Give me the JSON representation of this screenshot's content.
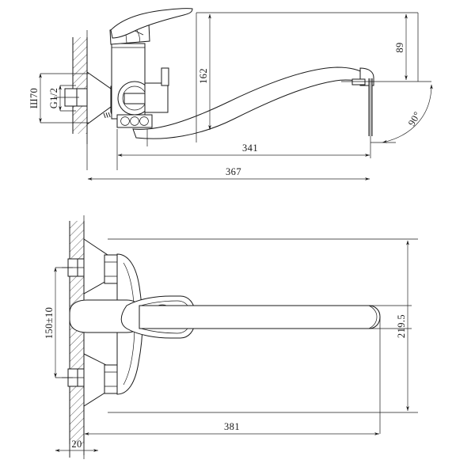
{
  "drawing": {
    "type": "engineering-dimension-drawing",
    "subject": "wall-mounted single-lever bath/shower mixer tap with long swivel spout",
    "units": "mm",
    "views": [
      {
        "id": "side-view",
        "name": "Side elevation view",
        "position": "top"
      },
      {
        "id": "front-view",
        "name": "Front elevation view",
        "position": "bottom"
      }
    ]
  },
  "dimensions": {
    "flange_diameter": "Ш70",
    "thread_size": "G1/2",
    "body_height": "162",
    "spout_drop": "89",
    "spout_reach_inner": "341",
    "spout_reach_total": "367",
    "swivel_angle": "90°",
    "inlet_centers": "150±10",
    "wall_offset": "20",
    "spout_length_front": "381",
    "overall_height_front": "219.5"
  },
  "colors": {
    "line": "#1a1a1a",
    "dimension_line": "#2b2b2b",
    "background": "#ffffff",
    "shade": "#b9b9b9"
  }
}
